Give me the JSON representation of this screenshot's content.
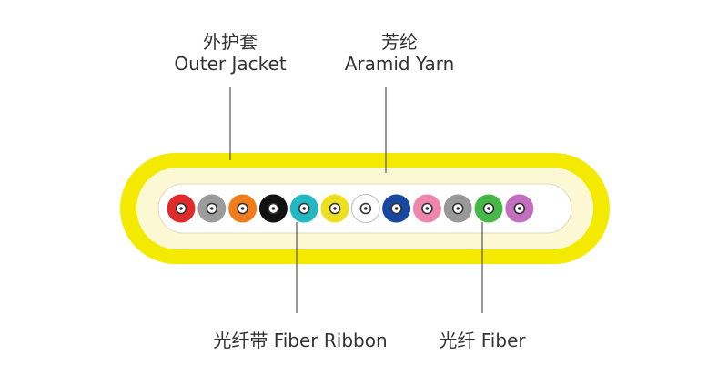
{
  "labels": {
    "outer_jacket": {
      "zh": "外护套",
      "en": "Outer Jacket"
    },
    "aramid_yarn": {
      "zh": "芳纶",
      "en": "Aramid Yarn"
    },
    "fiber_ribbon": {
      "text": "光纤带 Fiber Ribbon"
    },
    "fiber": {
      "text": "光纤 Fiber"
    }
  },
  "colors": {
    "jacket": "#f4ea00",
    "jacket_edge": "#e4d800",
    "yarn": "#fcf8d3",
    "ribbon": "#ffffff",
    "leader_line": "#555555",
    "fibers": [
      "#e02b2b",
      "#9c9c9c",
      "#f07c1e",
      "#111111",
      "#22b8c2",
      "#eee020",
      "#ffffff",
      "#17479e",
      "#ee86ab",
      "#999999",
      "#45b845",
      "#c46ec0"
    ]
  },
  "fiber_count": 12
}
